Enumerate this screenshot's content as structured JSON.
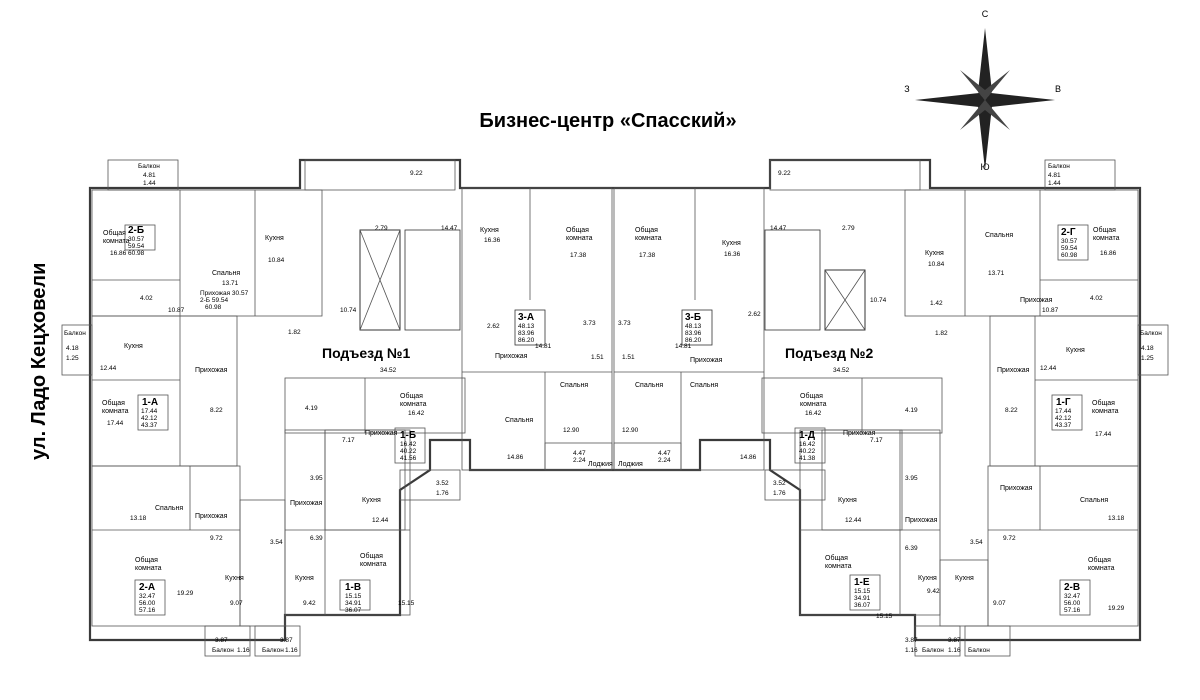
{
  "title": "Бизнес-центр «Спасский»",
  "street": "ул. Ладо Кецховели",
  "entrances": [
    "Подъезд №1",
    "Подъезд №2"
  ],
  "compass": {
    "n": "С",
    "s": "Ю",
    "w": "З",
    "e": "В"
  },
  "colors": {
    "orange": "#f7c598",
    "green_light": "#d5df8a",
    "green": "#9fce9a",
    "purple": "#c7a1d6",
    "yellow": "#f4ef73",
    "blue": "#48a8dc",
    "pink": "#e6b1cf"
  },
  "room_names": {
    "living": "Общая комната",
    "kitchen": "Кухня",
    "bedroom": "Спальня",
    "hall": "Прихожая",
    "balcony": "Балкон",
    "loggia": "Лоджия"
  },
  "apartments": [
    {
      "id": "2-Б",
      "areas": [
        "30.57",
        "59.54",
        "60.98"
      ],
      "extra": "Прихожая 30.57 2-Б 59.54 60.98"
    },
    {
      "id": "1-А",
      "areas": [
        "17.44",
        "42.12",
        "43.37"
      ]
    },
    {
      "id": "2-А",
      "areas": [
        "32.47",
        "56.00",
        "57.16"
      ]
    },
    {
      "id": "1-В",
      "areas": [
        "15.15",
        "34.91",
        "36.07"
      ]
    },
    {
      "id": "1-Б",
      "areas": [
        "16.42",
        "40.22",
        "41.56"
      ]
    },
    {
      "id": "3-А",
      "areas": [
        "48.13",
        "83.96",
        "86.20"
      ]
    },
    {
      "id": "3-Б",
      "areas": [
        "48.13",
        "83.96",
        "86.20"
      ]
    },
    {
      "id": "1-Д",
      "areas": [
        "16.42",
        "40.22",
        "41.38"
      ]
    },
    {
      "id": "1-Е",
      "areas": [
        "15.15",
        "34.91",
        "36.07"
      ]
    },
    {
      "id": "2-Г",
      "areas": [
        "30.57",
        "59.54",
        "60.98"
      ]
    },
    {
      "id": "1-Г",
      "areas": [
        "17.44",
        "42.12",
        "43.37"
      ]
    },
    {
      "id": "2-В",
      "areas": [
        "32.47",
        "56.00",
        "57.16"
      ]
    }
  ],
  "labels": {
    "bal_tl": [
      "Балкон",
      "4.81",
      "1.44"
    ],
    "bal_tr": [
      "Балкон",
      "4.81",
      "1.44"
    ],
    "bal_left": [
      "Балкон",
      "4.18",
      "1.25"
    ],
    "bal_right": [
      "Балкон",
      "4.18",
      "1.25"
    ],
    "bal_bl1": [
      "3.87",
      "Балкон",
      "1.16"
    ],
    "bal_bl2": [
      "3.87",
      "Балкон",
      "1.16"
    ],
    "bal_br1": [
      "3.87",
      "1.16",
      "Балкон"
    ],
    "bal_br2": [
      "3.87",
      "1.16",
      "Балкон"
    ],
    "a2b": [
      "16.86",
      "13.71",
      "10.84",
      "4.02",
      "10.87",
      "1.82"
    ],
    "a1a": [
      "12.44",
      "8.22",
      "17.44"
    ],
    "a2a": [
      "13.18",
      "9.72",
      "19.29",
      "9.07"
    ],
    "a1v": [
      "3.95",
      "6.39",
      "9.42",
      "15.15"
    ],
    "a1b": [
      "4.19",
      "16.42",
      "7.17",
      "12.44",
      "3.52",
      "1.76"
    ],
    "a3a": [
      "16.36",
      "17.38",
      "2.62",
      "3.73",
      "14.81",
      "1.51",
      "12.90",
      "14.86",
      "4.47",
      "2.24"
    ],
    "a3b": [
      "17.38",
      "16.36",
      "3.73",
      "2.62",
      "14.81",
      "1.51",
      "12.90",
      "14.86",
      "4.47",
      "2.24"
    ],
    "a2g": [
      "13.71",
      "10.84",
      "16.86",
      "1.42",
      "10.87",
      "4.02",
      "1.82"
    ],
    "a1g": [
      "12.44",
      "8.22",
      "17.44"
    ],
    "a2v": [
      "13.18",
      "9.72",
      "19.29",
      "9.07"
    ],
    "a1e": [
      "3.95",
      "6.39",
      "9.42",
      "15.15"
    ],
    "a1d": [
      "16.42",
      "4.19",
      "7.17",
      "12.44",
      "3.52",
      "1.76"
    ],
    "core": [
      "9.22",
      "2.79",
      "14.47",
      "10.74",
      "34.52",
      "3.54",
      "9.22",
      "2.79",
      "14.47",
      "10.74",
      "34.52",
      "3.54"
    ]
  }
}
